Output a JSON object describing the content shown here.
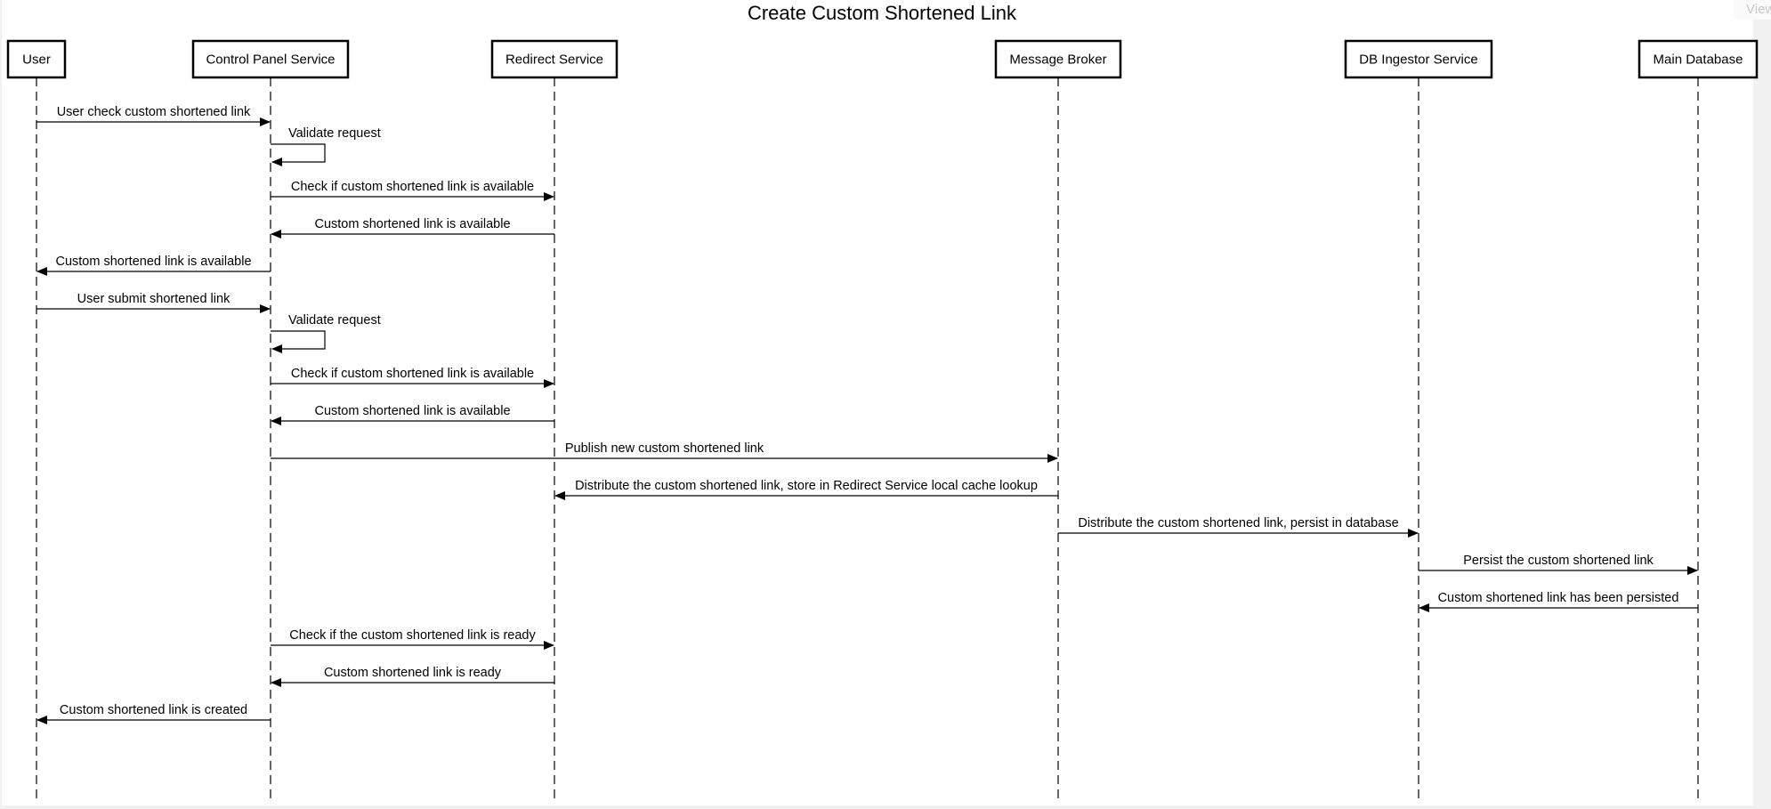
{
  "diagram": {
    "title": "Create Custom Shortened Link",
    "participants": [
      {
        "id": "user",
        "label": "User"
      },
      {
        "id": "cps",
        "label": "Control Panel Service"
      },
      {
        "id": "rs",
        "label": "Redirect Service"
      },
      {
        "id": "mb",
        "label": "Message Broker"
      },
      {
        "id": "dbi",
        "label": "DB Ingestor Service"
      },
      {
        "id": "db",
        "label": "Main Database"
      }
    ],
    "messages": [
      {
        "from": "user",
        "to": "cps",
        "label": "User check custom shortened link"
      },
      {
        "from": "cps",
        "to": "cps",
        "label": "Validate request"
      },
      {
        "from": "cps",
        "to": "rs",
        "label": "Check if custom shortened link is available"
      },
      {
        "from": "rs",
        "to": "cps",
        "label": "Custom shortened link is available"
      },
      {
        "from": "cps",
        "to": "user",
        "label": "Custom shortened link is available"
      },
      {
        "from": "user",
        "to": "cps",
        "label": "User submit shortened link"
      },
      {
        "from": "cps",
        "to": "cps",
        "label": "Validate request"
      },
      {
        "from": "cps",
        "to": "rs",
        "label": "Check if custom shortened link is available"
      },
      {
        "from": "rs",
        "to": "cps",
        "label": "Custom shortened link is available"
      },
      {
        "from": "cps",
        "to": "mb",
        "label": "Publish new custom shortened link"
      },
      {
        "from": "mb",
        "to": "rs",
        "label": "Distribute the custom shortened link, store in Redirect Service local cache lookup"
      },
      {
        "from": "mb",
        "to": "dbi",
        "label": "Distribute the custom shortened link, persist in database"
      },
      {
        "from": "dbi",
        "to": "db",
        "label": "Persist the custom shortened link"
      },
      {
        "from": "db",
        "to": "dbi",
        "label": "Custom shortened link has been persisted"
      },
      {
        "from": "cps",
        "to": "rs",
        "label": "Check if the custom shortened link is ready"
      },
      {
        "from": "rs",
        "to": "cps",
        "label": "Custom shortened link is ready"
      },
      {
        "from": "cps",
        "to": "user",
        "label": "Custom shortened link is created"
      }
    ]
  },
  "toolbar": {
    "view_label": "View"
  }
}
